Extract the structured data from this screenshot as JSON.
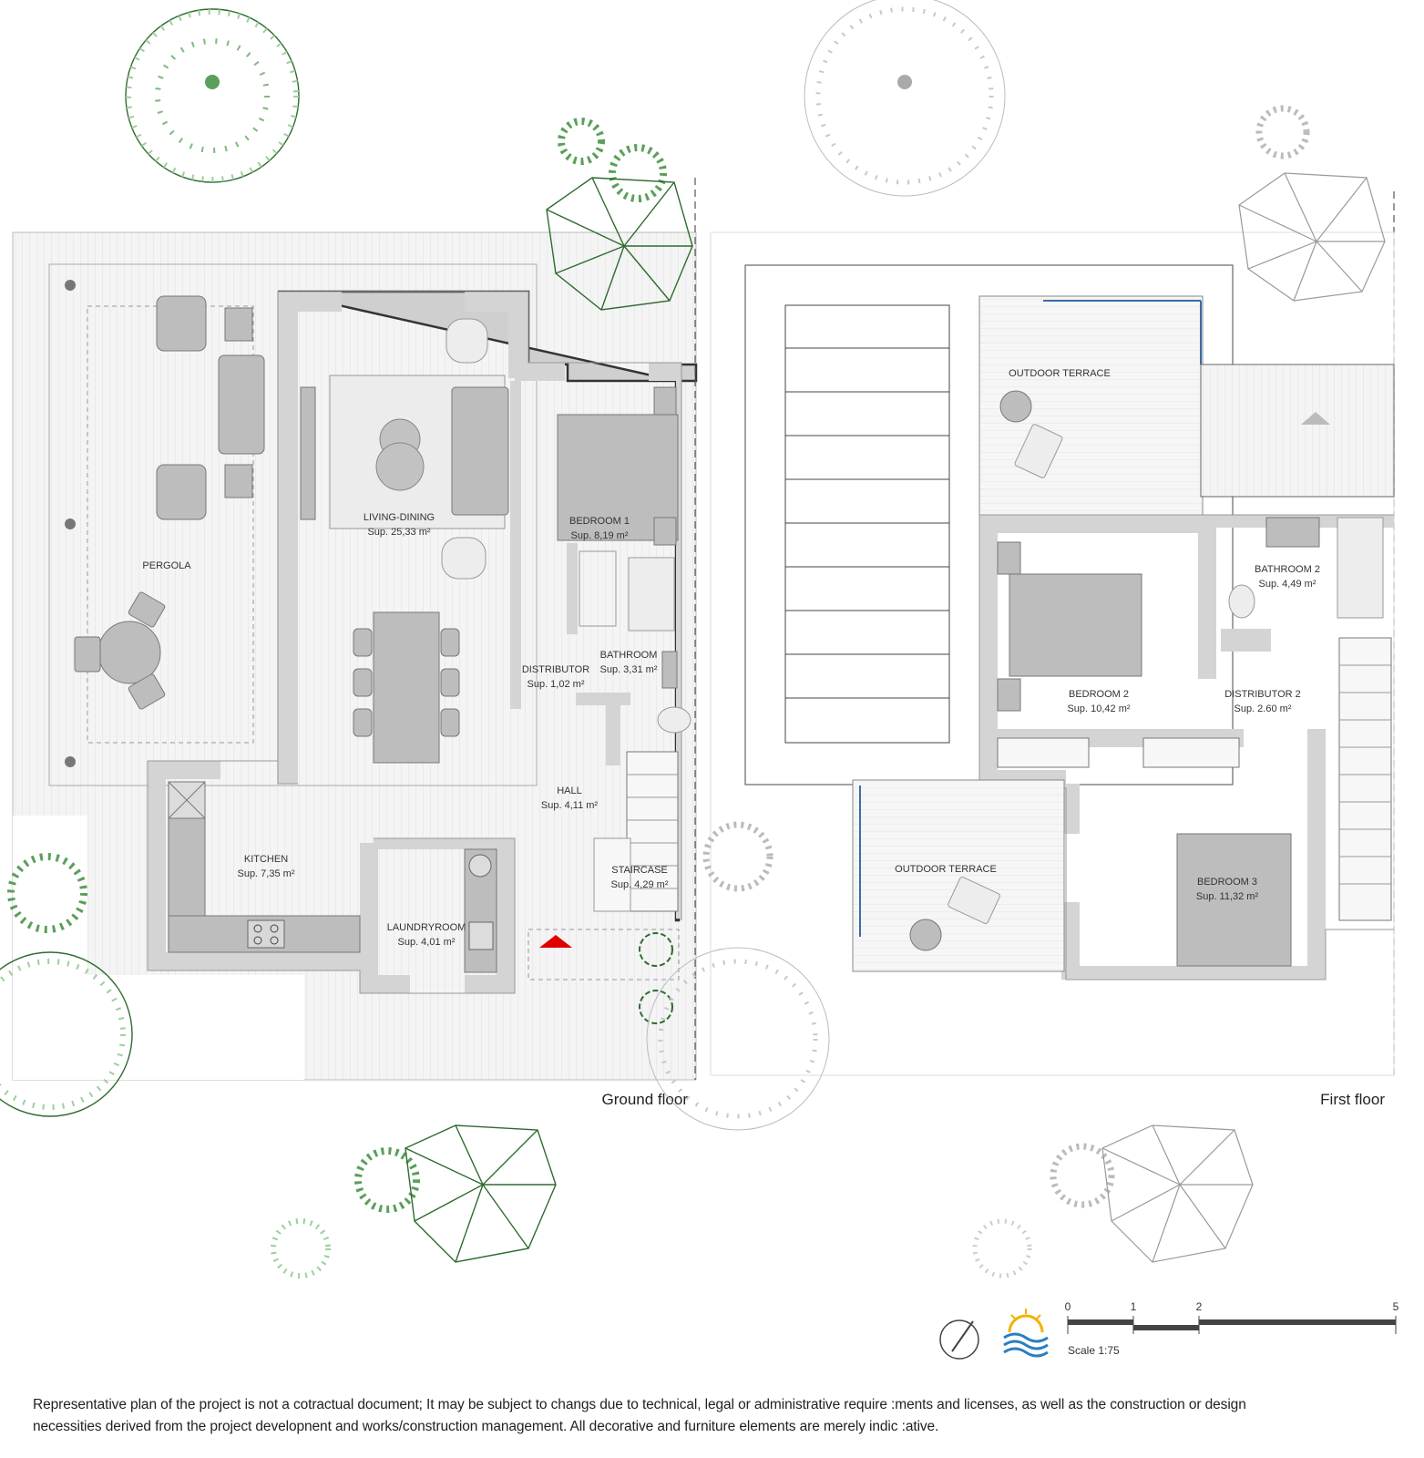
{
  "floors": {
    "ground": {
      "title": "Ground floor",
      "rooms": {
        "pergola": {
          "name": "PERGOLA",
          "area": ""
        },
        "living": {
          "name": "LIVING-DINING",
          "area": "Sup. 25,33 m²"
        },
        "bedroom1": {
          "name": "BEDROOM 1",
          "area": "Sup. 8,19 m²"
        },
        "bathroom": {
          "name": "BATHROOM",
          "area": "Sup. 3,31 m²"
        },
        "distributor": {
          "name": "DISTRIBUTOR",
          "area": "Sup. 1,02 m²"
        },
        "hall": {
          "name": "HALL",
          "area": "Sup. 4,11 m²"
        },
        "kitchen": {
          "name": "KITCHEN",
          "area": "Sup. 7,35 m²"
        },
        "staircase": {
          "name": "STAIRCASE",
          "area": "Sup. 4,29 m²"
        },
        "laundry": {
          "name": "LAUNDRYROOM",
          "area": "Sup. 4,01 m²"
        }
      }
    },
    "first": {
      "title": "First floor",
      "rooms": {
        "terrace_top": {
          "name": "OUTDOOR TERRACE",
          "area": ""
        },
        "terrace_bottom": {
          "name": "OUTDOOR TERRACE",
          "area": ""
        },
        "bathroom2": {
          "name": "BATHROOM 2",
          "area": "Sup. 4,49 m²"
        },
        "bedroom2": {
          "name": "BEDROOM 2",
          "area": "Sup. 10,42 m²"
        },
        "distributor2": {
          "name": "DISTRIBUTOR 2",
          "area": "Sup. 2.60 m²"
        },
        "bedroom3": {
          "name": "BEDROOM 3",
          "area": "Sup. 11,32 m²"
        }
      }
    }
  },
  "scale": {
    "ticks": [
      "0",
      "1",
      "2",
      "5"
    ],
    "label": "Scale 1:75"
  },
  "icons": {
    "compass": "compass-icon",
    "logo": "sun-waves-logo-icon",
    "entrance": "entrance-arrow-icon"
  },
  "colors": {
    "tree_green": "#2f6b2f",
    "leaf_green": "#5aa05a",
    "wall_grey": "#cfcfcf",
    "entrance_red": "#e00000",
    "window_blue": "#3a6ea5"
  },
  "disclaimer": {
    "line1": "Representative plan of the project is not a cotractual document; It may be subject to changs due to technical, legal or administrative require :ments and licenses, as well as the construction   or design",
    "line2": "necessities derived from the project developnent and works/construction management. All decorative and furniture elements are merely indic  :ative."
  }
}
